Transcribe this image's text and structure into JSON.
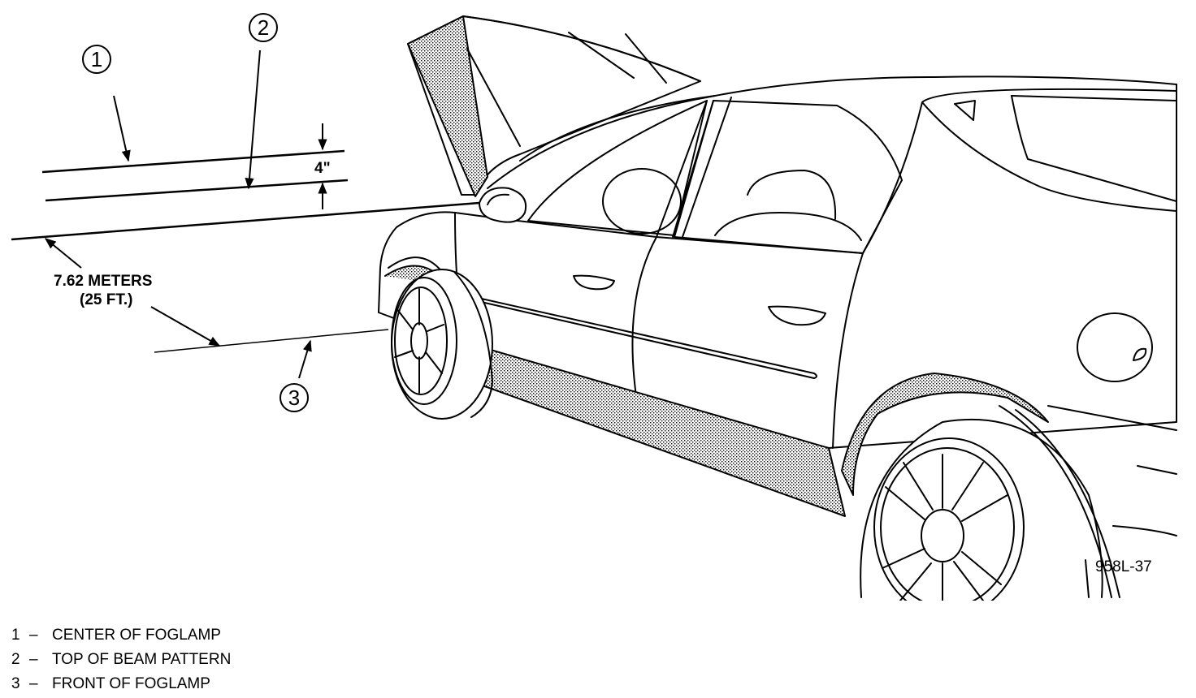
{
  "callouts": [
    {
      "number": "1",
      "label": "CENTER OF FOGLAMP"
    },
    {
      "number": "2",
      "label": "TOP OF BEAM PATTERN"
    },
    {
      "number": "3",
      "label": "FRONT OF FOGLAMP"
    }
  ],
  "dimension": "4\"",
  "distance": {
    "metric": "7.62 METERS",
    "imperial": "(25 FT.)"
  },
  "figure_id": "958L-37",
  "legend_separator": "–"
}
